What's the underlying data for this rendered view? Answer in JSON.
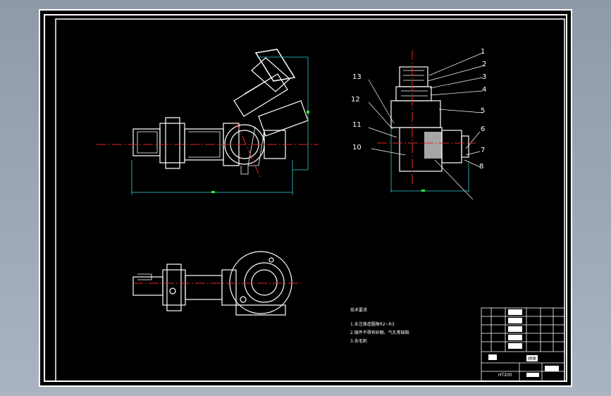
{
  "drawing": {
    "balloons": [
      "1",
      "2",
      "3",
      "4",
      "5",
      "6",
      "7",
      "8",
      "10",
      "11",
      "12",
      "13"
    ],
    "tech_heading": "技术要求",
    "tech_line1": "1.未注铸造圆角R2~R3",
    "tech_line2": "2.铸件不得有砂眼、气孔等缺陷",
    "tech_line3": "3.去毛刺",
    "title_block_name": "阀体",
    "title_block_mat": "HT200"
  }
}
